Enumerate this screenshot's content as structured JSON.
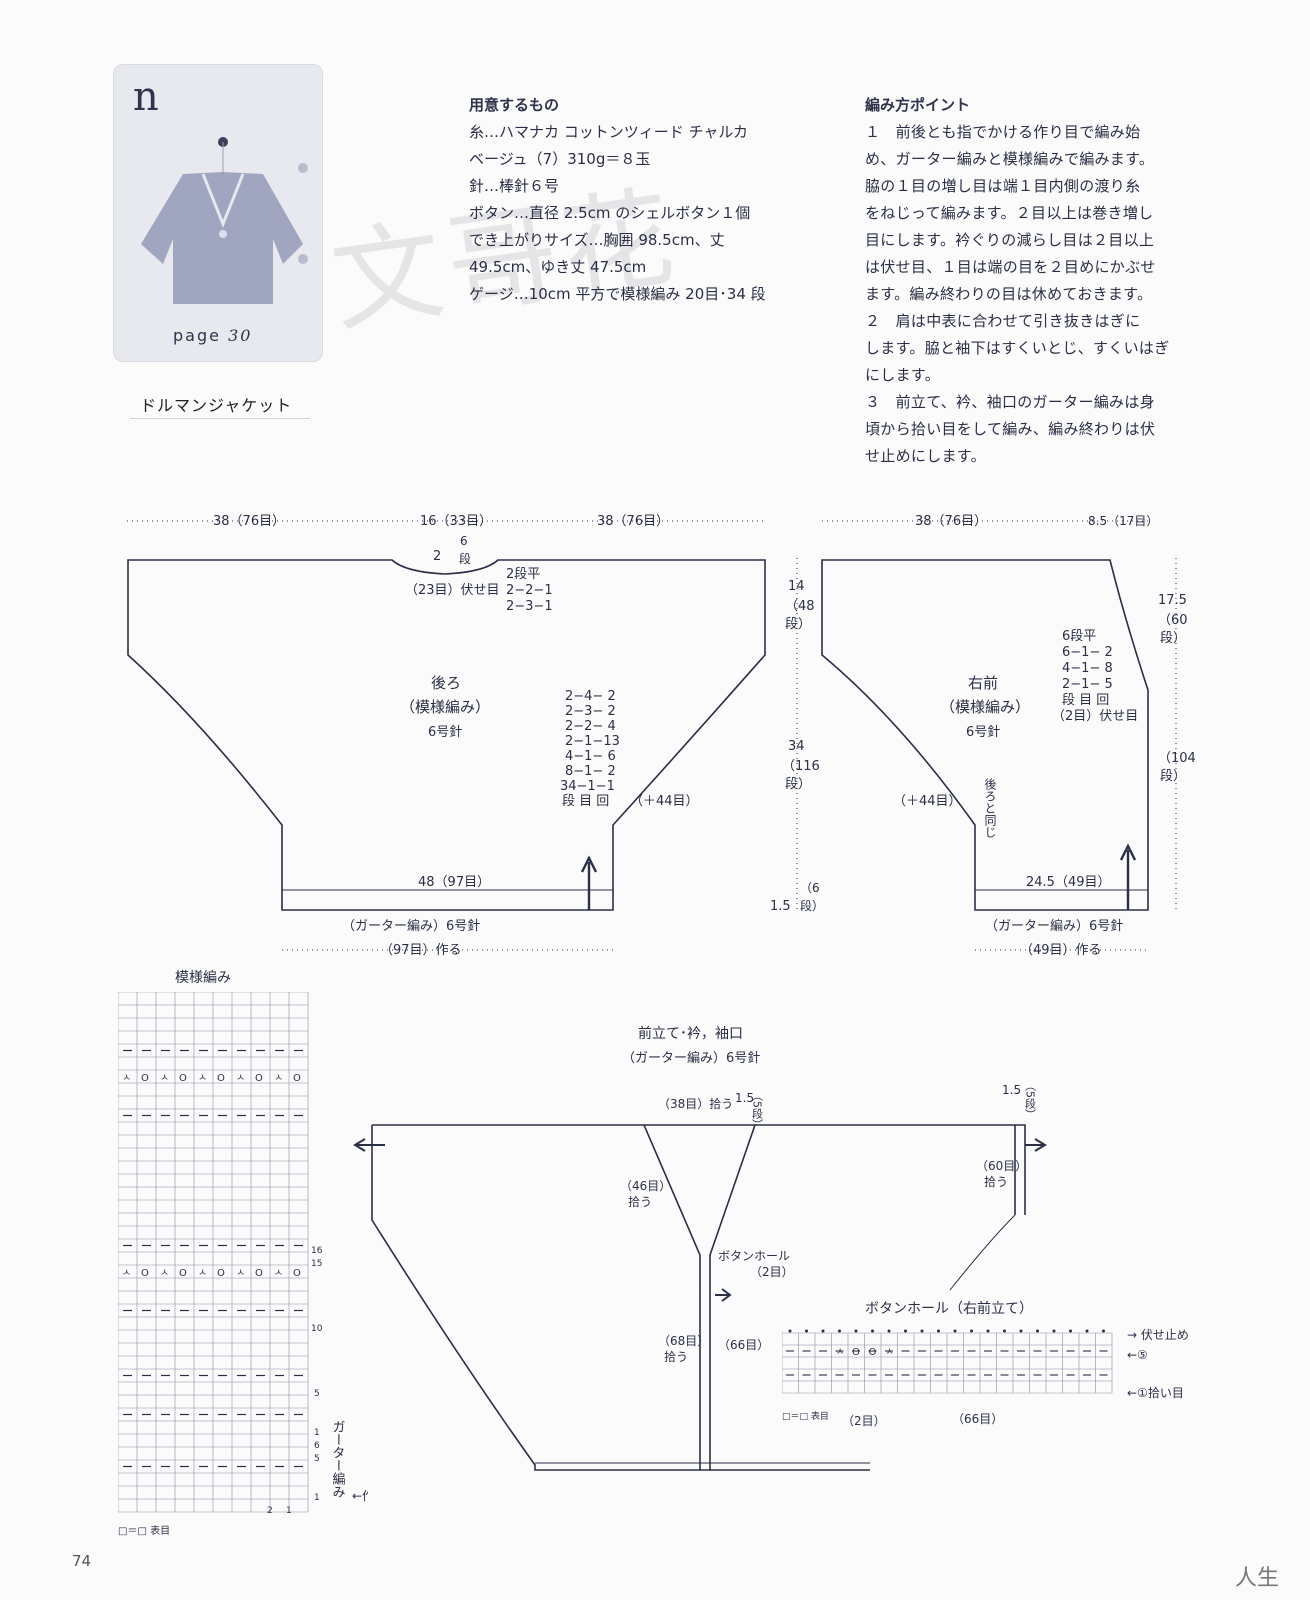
{
  "card": {
    "letter": "n",
    "page_word": "page",
    "page_num": "30"
  },
  "caption": "ドルマンジャケット",
  "watermark": "文哥花",
  "materials": {
    "title": "用意するもの",
    "lines": [
      "糸…ハマナカ コットンツィード チャルカ",
      "ベージュ（7）310g＝８玉",
      "針…棒針６号",
      "ボタン…直径 2.5cm のシェルボタン１個",
      "でき上がりサイズ…胸囲 98.5cm、丈",
      "49.5cm、ゆき丈 47.5cm",
      "ゲージ…10cm 平方で模様編み 20目･34 段"
    ]
  },
  "points": {
    "title": "編み方ポイント",
    "lines": [
      "１　前後とも指でかける作り目で編み始",
      "め、ガーター編みと模様編みで編みます。",
      "脇の１目の増し目は端１目内側の渡り糸",
      "をねじって編みます。２目以上は巻き増し",
      "目にします。衿ぐりの減らし目は２目以上",
      "は伏せ目、１目は端の目を２目めにかぶせ",
      "ます。編み終わりの目は休めておきます。",
      "２　肩は中表に合わせて引き抜きはぎに",
      "します。脇と袖下はすくいとじ、すくいはぎ",
      "にします。",
      "３　前立て、衿、袖口のガーター編みは身",
      "頃から拾い目をして編み、編み終わりは伏",
      "せ止めにします。"
    ]
  },
  "back": {
    "dim_left": "38（76目）",
    "dim_mid": "16（33目）",
    "dim_right": "38（76目）",
    "neck_rows": "2",
    "neck_rows2": "6",
    "neck_rows3": "段",
    "neck_bind": "（23目）伏せ目",
    "neck_dec": [
      "2段平",
      "2−2−1",
      "2−3−1"
    ],
    "title": "後ろ",
    "pattern": "（模様編み）",
    "needle": "6号針",
    "inc_table": [
      "2−4− 2",
      "2−3− 2",
      "2−2− 4",
      "2−1−13",
      "4−1− 6",
      "8−1− 2",
      "34−1−1",
      "段 目 回"
    ],
    "inc_total": "（＋44目）",
    "bottom": "48（97目）",
    "garter": "（ガーター編み）6号針",
    "cast": "（97目）作る"
  },
  "mid_dims": {
    "top_a": "14",
    "top_b": "（48",
    "top_c": "段）",
    "mid_a": "34",
    "mid_b": "（116",
    "mid_c": "段）",
    "bot_a": "1.5",
    "bot_b": "（6",
    "bot_c": "段）"
  },
  "front": {
    "dim_left": "38（76目）",
    "dim_right": "8.5（17目）",
    "side_a": "17.5",
    "side_b": "（60",
    "side_c": "段）",
    "side2_a": "（104",
    "side2_b": "段）",
    "neck_dec": [
      "6段平",
      "6−1− 2",
      "4−1− 8",
      "2−1− 5",
      "段 目 回",
      "（2目）伏せ目"
    ],
    "title": "右前",
    "pattern": "（模様編み）",
    "needle": "6号針",
    "inc_total": "（＋44目）",
    "same_back": "後ろと同じ",
    "bottom": "24.5（49目）",
    "garter": "（ガーター編み）6号針",
    "cast": "（49目）作る"
  },
  "chart": {
    "title": "模様編み",
    "row_labels": [
      "16",
      "15",
      "10",
      "5",
      "1",
      "6",
      "5",
      "1"
    ],
    "col_labels": [
      "2",
      "1"
    ],
    "garter_label": "ガーター編み",
    "cast_label": "←作り目",
    "legend": "□＝□ 表目"
  },
  "assembly": {
    "title": "前立て･衿，袖口",
    "subtitle": "（ガーター編み）6号針",
    "collar_pick": "（38目）拾う",
    "collar_rows_a": "1.5",
    "collar_rows_b": "（5段）",
    "sleeve_rows_a": "1.5",
    "sleeve_rows_b": "（5段）",
    "sleeve_pick_a": "（60目）",
    "sleeve_pick_b": "拾う",
    "neck_pick_a": "（46目）",
    "neck_pick_b": "拾う",
    "buttonhole_a": "ボタンホール",
    "buttonhole_b": "（2目）",
    "front_pick_a": "（68目）",
    "front_pick_b": "拾う",
    "front_pick_c": "（66目）"
  },
  "buttonhole": {
    "title": "ボタンホール（右前立て）",
    "bind_off": "→ 伏せ止め",
    "row5": "←⑤",
    "row1": "←①拾い目",
    "left": "（2目）",
    "right": "（66目）",
    "legend": "□＝□ 表目"
  },
  "page_number": "74",
  "corner": "人生"
}
